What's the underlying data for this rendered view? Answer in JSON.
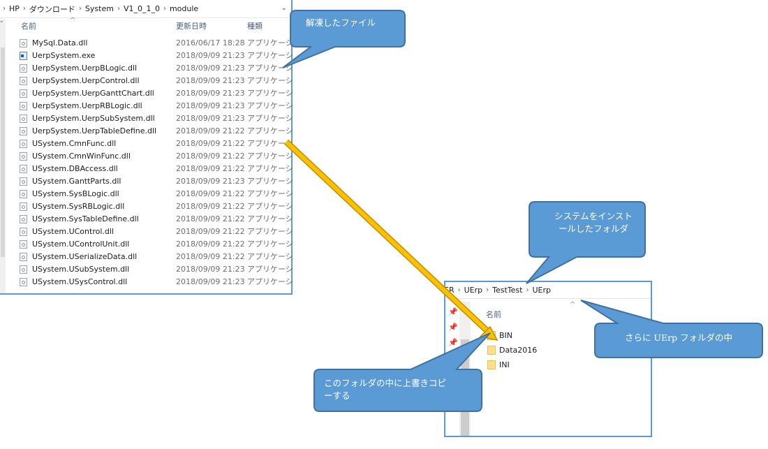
{
  "source_window": {
    "breadcrumb": [
      "HP",
      "ダウンロード",
      "System",
      "V1_0_1_0",
      "module"
    ],
    "breadcrumb_prefix_sep": "›",
    "columns": {
      "name": "名前",
      "modified": "更新日時",
      "type": "種類"
    },
    "files": [
      {
        "name": "MySql.Data.dll",
        "modified": "2016/06/17 18:28",
        "type": "アプリケーション拡張",
        "icon": "dll-file-icon"
      },
      {
        "name": "UerpSystem.exe",
        "modified": "2018/09/09 21:23",
        "type": "アプリケーション",
        "icon": "exe-file-icon"
      },
      {
        "name": "UerpSystem.UerpBLogic.dll",
        "modified": "2018/09/09 21:23",
        "type": "アプリケーション拡張",
        "icon": "dll-file-icon"
      },
      {
        "name": "UerpSystem.UerpControl.dll",
        "modified": "2018/09/09 21:23",
        "type": "アプリケーション拡張",
        "icon": "dll-file-icon"
      },
      {
        "name": "UerpSystem.UerpGanttChart.dll",
        "modified": "2018/09/09 21:23",
        "type": "アプリケーション拡張",
        "icon": "dll-file-icon"
      },
      {
        "name": "UerpSystem.UerpRBLogic.dll",
        "modified": "2018/09/09 21:23",
        "type": "アプリケーション拡張",
        "icon": "dll-file-icon"
      },
      {
        "name": "UerpSystem.UerpSubSystem.dll",
        "modified": "2018/09/09 21:23",
        "type": "アプリケーション拡張",
        "icon": "dll-file-icon"
      },
      {
        "name": "UerpSystem.UerpTableDefine.dll",
        "modified": "2018/09/09 21:22",
        "type": "アプリケーション拡張",
        "icon": "dll-file-icon"
      },
      {
        "name": "USystem.CmnFunc.dll",
        "modified": "2018/09/09 21:22",
        "type": "アプリケーション拡張",
        "icon": "dll-file-icon"
      },
      {
        "name": "USystem.CmnWinFunc.dll",
        "modified": "2018/09/09 21:22",
        "type": "アプリケーション拡張",
        "icon": "dll-file-icon"
      },
      {
        "name": "USystem.DBAccess.dll",
        "modified": "2018/09/09 21:22",
        "type": "アプリケーション拡張",
        "icon": "dll-file-icon"
      },
      {
        "name": "USystem.GanttParts.dll",
        "modified": "2018/09/09 21:23",
        "type": "アプリケーション拡張",
        "icon": "dll-file-icon"
      },
      {
        "name": "USystem.SysBLogic.dll",
        "modified": "2018/09/09 21:22",
        "type": "アプリケーション拡張",
        "icon": "dll-file-icon"
      },
      {
        "name": "USystem.SysRBLogic.dll",
        "modified": "2018/09/09 21:22",
        "type": "アプリケーション拡張",
        "icon": "dll-file-icon"
      },
      {
        "name": "USystem.SysTableDefine.dll",
        "modified": "2018/09/09 21:22",
        "type": "アプリケーション拡張",
        "icon": "dll-file-icon"
      },
      {
        "name": "USystem.UControl.dll",
        "modified": "2018/09/09 21:22",
        "type": "アプリケーション拡張",
        "icon": "dll-file-icon"
      },
      {
        "name": "USystem.UControlUnit.dll",
        "modified": "2018/09/09 21:22",
        "type": "アプリケーション拡張",
        "icon": "dll-file-icon"
      },
      {
        "name": "USystem.USerializeData.dll",
        "modified": "2018/09/09 21:22",
        "type": "アプリケーション拡張",
        "icon": "dll-file-icon"
      },
      {
        "name": "USystem.USubSystem.dll",
        "modified": "2018/09/09 21:23",
        "type": "アプリケーション拡張",
        "icon": "dll-file-icon"
      },
      {
        "name": "USystem.USysControl.dll",
        "modified": "2018/09/09 21:23",
        "type": "アプリケーション拡張",
        "icon": "dll-file-icon"
      }
    ]
  },
  "target_window": {
    "breadcrumb_partial": "ER",
    "breadcrumb": [
      "UErp",
      "TestTest",
      "UErp"
    ],
    "column_name": "名前",
    "folders": [
      "BIN",
      "Data2016",
      "INI"
    ]
  },
  "callouts": {
    "extracted_files": "解凍したファイル",
    "install_folder": [
      "システムをインスト",
      "ールしたフォルダ"
    ],
    "inside_uerp": "さらに UErp フォルダの中",
    "overwrite_copy": [
      "このフォルダの中に上書きコピ",
      "ーする"
    ]
  },
  "colors": {
    "callout_fill": "#5b9bd5",
    "callout_stroke": "#41719c",
    "arrow_fill": "#ffc000",
    "arrow_stroke": "#bf9000",
    "window_border": "#5b9bd5"
  }
}
